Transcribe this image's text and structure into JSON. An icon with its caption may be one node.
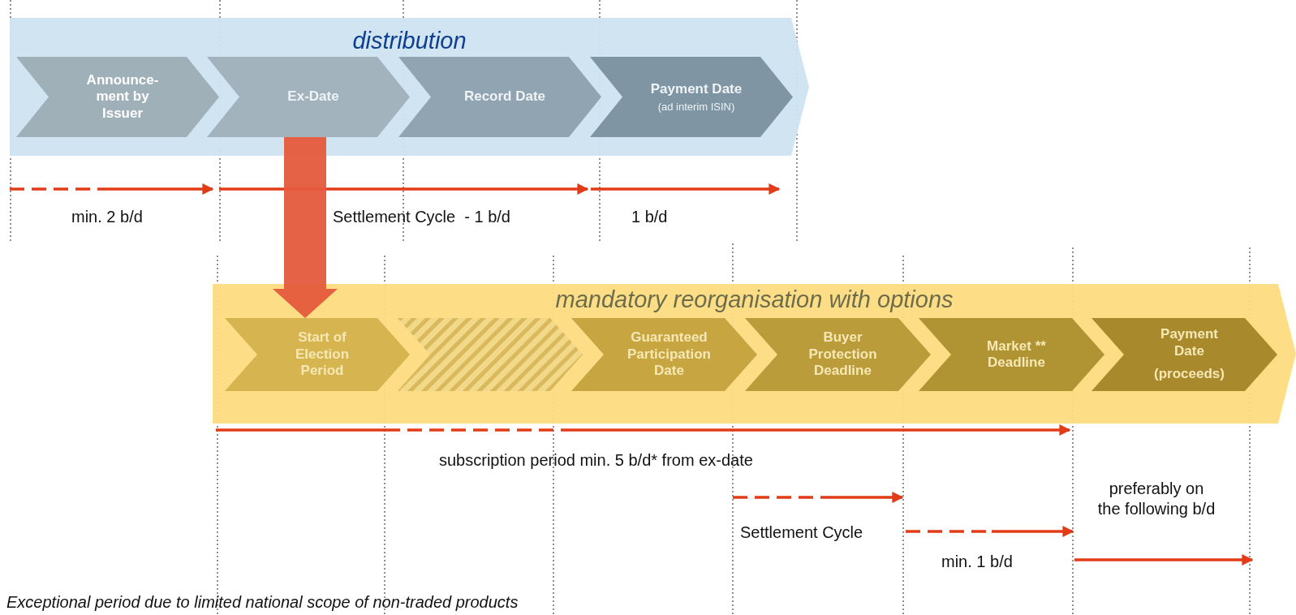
{
  "diagram": {
    "nodes": [
      {
        "text": [
          "distribution"
        ]
      },
      {
        "text": [
          "Announce-ment by Issuer"
        ],
        "in": 0
      },
      {
        "text": [
          "Ex-Date"
        ],
        "in": 0
      },
      {
        "text": [
          "Record Date"
        ],
        "in": 0
      },
      {
        "text": [
          "Payment Date",
          "(ad interim ISIN)"
        ],
        "in": 0
      },
      {
        "text": [
          "mandatory reorganisation with options"
        ]
      },
      {
        "text": [
          "Start of Election Period"
        ],
        "in": 5
      },
      {
        "text": [],
        "shape": "chevron",
        "in": 5
      },
      {
        "text": [
          "Guaranteed Participation Date"
        ],
        "in": 5
      },
      {
        "text": [
          "Buyer Protection Deadline"
        ],
        "in": 5
      },
      {
        "text": [
          "Market ** Deadline"
        ],
        "in": 5
      },
      {
        "text": [
          "Payment Date",
          "(proceeds)"
        ],
        "in": 5
      }
    ],
    "edges": [
      {
        "from": 2,
        "to": 6,
        "arrow": "to",
        "style": "thick",
        "color": "#e55a3c"
      }
    ],
    "labels": [
      "min. 2 b/d",
      "Settlement Cycle  - 1 b/d",
      "1 b/d",
      "subscription period min. 5 b/d* from ex-date",
      "preferably on the following b/d",
      "Settlement Cycle",
      "min. 1 b/d",
      "Exceptional period due to limited national scope of non-traded products"
    ]
  }
}
